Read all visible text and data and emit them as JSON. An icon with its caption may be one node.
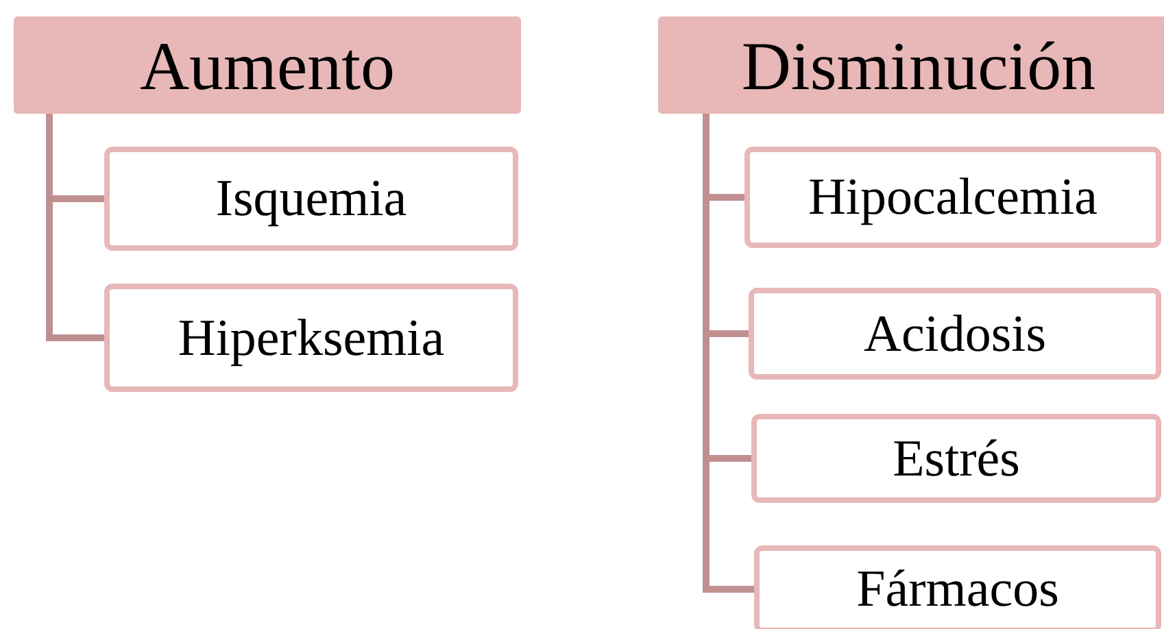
{
  "diagram": {
    "nodes": [
      {
        "text": [
          "Aumento"
        ]
      },
      {
        "text": [
          "Isquemia"
        ]
      },
      {
        "text": [
          "Hiperksemia"
        ]
      },
      {
        "text": [
          "Disminución"
        ]
      },
      {
        "text": [
          "Hipocalcemia"
        ]
      },
      {
        "text": [
          "Acidosis"
        ]
      },
      {
        "text": [
          "Estrés"
        ]
      },
      {
        "text": [
          "Fármacos"
        ]
      }
    ],
    "edges": [
      {
        "from": 0,
        "to": 1,
        "arrow": "none"
      },
      {
        "from": 0,
        "to": 2,
        "arrow": "none"
      },
      {
        "from": 3,
        "to": 4,
        "arrow": "none"
      },
      {
        "from": 3,
        "to": 5,
        "arrow": "none"
      },
      {
        "from": 3,
        "to": 6,
        "arrow": "none"
      },
      {
        "from": 3,
        "to": 7,
        "arrow": "none"
      }
    ]
  }
}
